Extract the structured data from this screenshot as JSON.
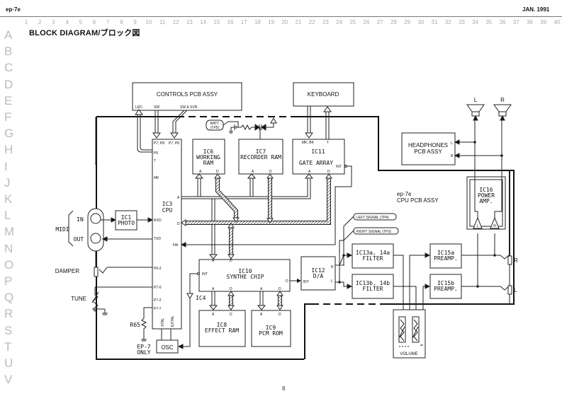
{
  "header": {
    "model": "ep·7e",
    "date": "JAN. 1991"
  },
  "grid": {
    "columns": [
      "1",
      "2",
      "3",
      "4",
      "5",
      "6",
      "7",
      "8",
      "9",
      "10",
      "11",
      "12",
      "13",
      "14",
      "15",
      "16",
      "17",
      "18",
      "19",
      "20",
      "21",
      "22",
      "23",
      "24",
      "25",
      "26",
      "27",
      "28",
      "29",
      "30",
      "31",
      "32",
      "33",
      "34",
      "35",
      "36",
      "37",
      "38",
      "39",
      "40"
    ],
    "rows": [
      "A",
      "B",
      "C",
      "D",
      "E",
      "F",
      "G",
      "H",
      "I",
      "J",
      "K",
      "L",
      "M",
      "N",
      "O",
      "P",
      "Q",
      "R",
      "S",
      "T",
      "U",
      "V"
    ]
  },
  "title": "BLOCK DIAGRAM/ブロック図",
  "page_number": "8",
  "blocks": {
    "controls": {
      "label": "CONTROLS PCB ASSY",
      "pins": [
        "LED",
        "SW",
        "SW & SVR"
      ]
    },
    "keyboard": {
      "label": "KEYBOARD"
    },
    "headphones": {
      "line1": "HEADPHONES",
      "line2": "PCB ASSY",
      "pin_l": "L",
      "pin_r": "R"
    },
    "cpu_pcb": {
      "line1": "ep·7e",
      "line2": "CPU PCB ASSY"
    },
    "ic1": {
      "line1": "IC1",
      "line2": "PHOTO"
    },
    "ic3": {
      "line1": "IC3",
      "line2": "CPU",
      "pins_left": [
        "P6",
        "T",
        "MK",
        "RXD",
        "TXD",
        "P6-2",
        "P7-0",
        "P7-2",
        "P7-7"
      ],
      "pins_top": [
        "P7, P8",
        "P7, P8"
      ],
      "pins_right": [
        "A",
        "D",
        "FAI"
      ],
      "pins_bottom": [
        "XTAL",
        "EXTAL"
      ]
    },
    "ic6": {
      "line1": "IC6",
      "line2": "WORKING",
      "line3": "RAM"
    },
    "ic7": {
      "line1": "IC7",
      "line2": "RECORDER RAM"
    },
    "ic11": {
      "line1": "IC11",
      "line2": "GATE ARRAY",
      "pin_top_left": "MK, BK",
      "pin_top_right": "T",
      "pin_int": "INT"
    },
    "ic10": {
      "line1": "IC10",
      "line2": "SYNTHE CHIP",
      "pin_int": "INT",
      "pin_out": "D"
    },
    "ic12": {
      "line1": "IC12",
      "line2": "D/A",
      "pin_in": "BIT",
      "pin_r": "R",
      "pin_l": "L"
    },
    "ic8": {
      "line1": "IC8",
      "line2": "EFFECT RAM"
    },
    "ic9": {
      "line1": "IC9",
      "line2": "PCM ROM"
    },
    "ic13a": {
      "line1": "IC13a, 14a",
      "line2": "FILTER"
    },
    "ic13b": {
      "line1": "IC13b, 14b",
      "line2": "FILTER"
    },
    "ic15a": {
      "line1": "IC15a",
      "line2": "PREAMP."
    },
    "ic15b": {
      "line1": "IC15b",
      "line2": "PREAMP."
    },
    "ic16": {
      "line1": "IC16",
      "line2": "POWER",
      "line3": "AMP.",
      "amp_l": "L",
      "amp_r": "R"
    },
    "ic4": {
      "label": "IC4"
    },
    "osc": {
      "label": "OSC"
    },
    "volume": {
      "label": "VOLUME"
    },
    "batt": {
      "line1": "BATT",
      "line2": "(TP5)"
    },
    "midi": {
      "label": "MIDI",
      "in": "IN",
      "out": "OUT"
    },
    "damper": {
      "label": "DAMPER"
    },
    "tune": {
      "label": "TUNE"
    },
    "r65": {
      "label": "R65",
      "note1": "EP-7",
      "note2": "ONLY"
    },
    "speakers": {
      "left": "L",
      "right": "R"
    },
    "jack": {
      "r": "R",
      "l": "L"
    },
    "test_points": {
      "left": "LEFT SIGNAL (TP4)",
      "right": "RIGHT SIGNAL (TP3)"
    },
    "bus_pins": {
      "a": "A",
      "d": "D"
    }
  }
}
